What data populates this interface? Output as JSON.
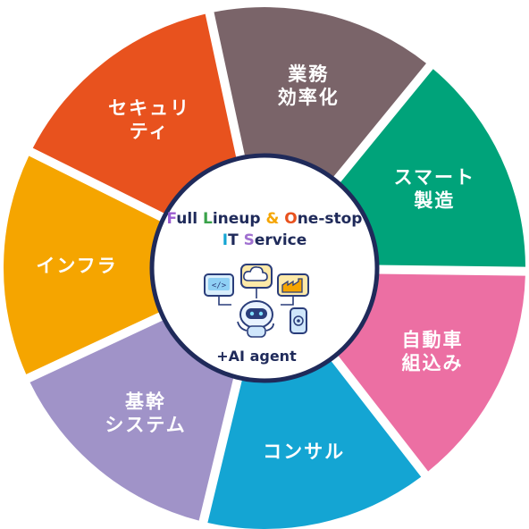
{
  "segments": [
    {
      "id": "infra",
      "lines": [
        "インフラ"
      ],
      "color": "#f5a500"
    },
    {
      "id": "security",
      "lines": [
        "セキュリ",
        "ティ"
      ],
      "color": "#e8521e"
    },
    {
      "id": "efficiency",
      "lines": [
        "業務",
        "効率化"
      ],
      "color": "#7a6469"
    },
    {
      "id": "smart-mfg",
      "lines": [
        "スマート",
        "製造"
      ],
      "color": "#00a37a"
    },
    {
      "id": "embedded",
      "lines": [
        "自動車",
        "組込み"
      ],
      "color": "#ec6fa3"
    },
    {
      "id": "consulting",
      "lines": [
        "コンサル"
      ],
      "color": "#14a5d3"
    },
    {
      "id": "core-systems",
      "lines": [
        "基幹",
        "システム"
      ],
      "color": "#a093c8"
    }
  ],
  "center": {
    "title_line1": [
      {
        "t": "F",
        "c": "#9b5bd0"
      },
      {
        "t": "ull ",
        "c": "#1f2a5a"
      },
      {
        "t": "L",
        "c": "#3aa24a"
      },
      {
        "t": "ineup ",
        "c": "#1f2a5a"
      },
      {
        "t": "&",
        "c": "#f5a500"
      },
      {
        "t": " ",
        "c": "#1f2a5a"
      },
      {
        "t": "O",
        "c": "#e8521e"
      },
      {
        "t": "ne-stop",
        "c": "#1f2a5a"
      }
    ],
    "title_line2": [
      {
        "t": "I",
        "c": "#14a5d3"
      },
      {
        "t": "T ",
        "c": "#1f2a5a"
      },
      {
        "t": "S",
        "c": "#a070d0"
      },
      {
        "t": "ervice",
        "c": "#1f2a5a"
      }
    ],
    "ai_label": "+AI agent",
    "ring_color": "#1f2a5a"
  }
}
